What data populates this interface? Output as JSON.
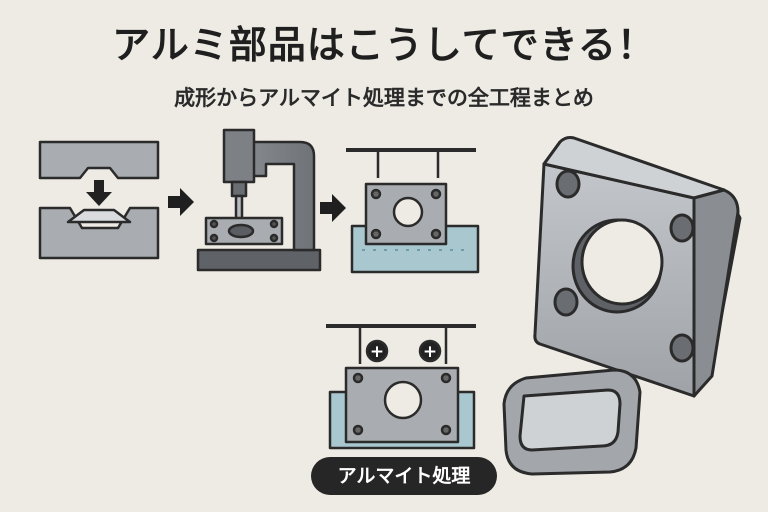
{
  "title": "アルミ部品はこうしてできる！",
  "subtitle": "成形からアルマイト処理までの全工程まとめ",
  "steps": {
    "anodize_label": "アルマイト処理"
  },
  "icons": {
    "plus": "+"
  },
  "colors": {
    "background": "#eeebe4",
    "metal": "#a9acb1",
    "metal_dark": "#7f8388",
    "outline": "#2b2b2b",
    "water": "#a9c7cf",
    "water_dark": "#8fb2bc",
    "pill": "#262626"
  }
}
